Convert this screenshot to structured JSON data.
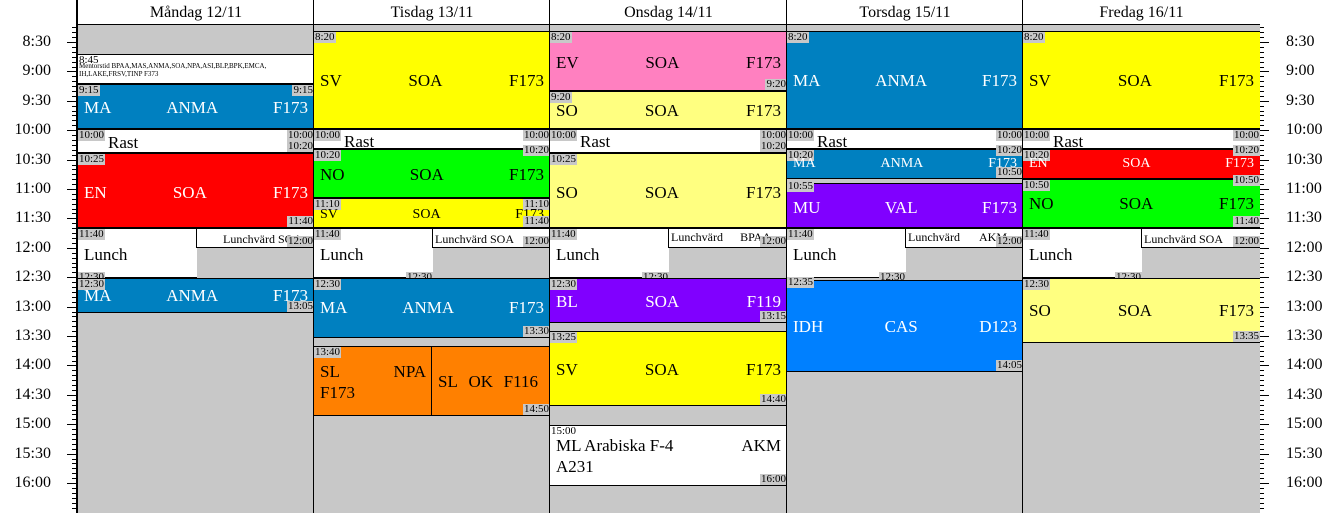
{
  "time_labels": [
    "8:30",
    "9:00",
    "9:30",
    "10:00",
    "10:30",
    "11:00",
    "11:30",
    "12:00",
    "12:30",
    "13:00",
    "13:30",
    "14:00",
    "14:30",
    "15:00",
    "15:30",
    "16:00"
  ],
  "days": [
    {
      "title": "Måndag 12/11"
    },
    {
      "title": "Tisdag 13/11"
    },
    {
      "title": "Onsdag 14/11"
    },
    {
      "title": "Torsdag 15/11"
    },
    {
      "title": "Fredag 16/11"
    }
  ],
  "mon": {
    "mentor": {
      "start": "8:45",
      "text": "Mentorstid BPAA,MAS,ANMA,SOA,NPA,ASI,BLP,BPK,EMCA, IH,LAKE,FRSV,TINP F373"
    },
    "l1": {
      "start": "9:15",
      "end": "9:15",
      "subject": "MA",
      "teacher": "ANMA",
      "room": "F173"
    },
    "rast": {
      "start": "10:00",
      "end": "10:00",
      "label": "Rast",
      "end2": "10:20"
    },
    "l2": {
      "start": "10:25",
      "end": "11:40",
      "subject": "EN",
      "teacher": "SOA",
      "room": "F173"
    },
    "lunch": {
      "start": "11:40",
      "end": "12:30",
      "label": "Lunch"
    },
    "lunchhost": {
      "label": "Lunchvärd SOA",
      "end": "12:00"
    },
    "l3": {
      "start": "12:30",
      "end": "13:05",
      "subject": "MA",
      "teacher": "ANMA",
      "room": "F173"
    }
  },
  "tue": {
    "l1": {
      "start": "8:20",
      "end": "10:00",
      "subject": "SV",
      "teacher": "SOA",
      "room": "F173"
    },
    "rast": {
      "start": "10:00",
      "label": "Rast"
    },
    "l2": {
      "start": "10:20",
      "end": "11:10",
      "subject": "NO",
      "teacher": "SOA",
      "room": "F173"
    },
    "l3": {
      "start": "11:10",
      "end": "11:40",
      "subject": "SV",
      "teacher": "SOA",
      "room": "F173"
    },
    "lunch": {
      "start": "11:40",
      "end": "12:30",
      "label": "Lunch"
    },
    "lunchhost": {
      "label": "Lunchvärd SOA",
      "end": "12:00"
    },
    "l4": {
      "start": "12:30",
      "end": "13:30",
      "subject": "MA",
      "teacher": "ANMA",
      "room": "F173"
    },
    "l5a": {
      "start": "13:40",
      "subject": "SL",
      "teacher": "NPA",
      "room": "F173"
    },
    "l5b": {
      "subject": "SL",
      "teacher": "OK",
      "room": "F116",
      "end": "14:50"
    }
  },
  "wed": {
    "l1": {
      "start": "8:20",
      "end": "9:20",
      "subject": "EV",
      "teacher": "SOA",
      "room": "F173"
    },
    "l2": {
      "start": "9:20",
      "end": "10:00",
      "subject": "SO",
      "teacher": "SOA",
      "room": "F173"
    },
    "rast": {
      "start": "10:00",
      "label": "Rast",
      "end": "10:20"
    },
    "l3": {
      "start": "10:25",
      "end": "11:40",
      "subject": "SO",
      "teacher": "SOA",
      "room": "F173"
    },
    "lunch": {
      "start": "11:40",
      "end": "12:30",
      "label": "Lunch"
    },
    "lunchhost": {
      "label": "Lunchvärd",
      "teacher": "BPAA",
      "end": "12:00"
    },
    "l4": {
      "start": "12:30",
      "end": "13:15",
      "subject": "BL",
      "teacher": "SOA",
      "room": "F119"
    },
    "l5": {
      "start": "13:25",
      "end": "14:40",
      "subject": "SV",
      "teacher": "SOA",
      "room": "F173"
    },
    "l6": {
      "start": "15:00",
      "end": "16:00",
      "subject": "ML Arabiska F-4",
      "teacher": "AKM",
      "room": "A231"
    }
  },
  "thu": {
    "l1": {
      "start": "8:20",
      "end": "10:00",
      "subject": "MA",
      "teacher": "ANMA",
      "room": "F173"
    },
    "rast": {
      "start": "10:00",
      "label": "Rast"
    },
    "l2": {
      "start": "10:20",
      "end": "10:50",
      "subject": "MA",
      "teacher": "ANMA",
      "room": "F173"
    },
    "l3": {
      "start": "10:55",
      "end": "11:40",
      "subject": "MU",
      "teacher": "VAL",
      "room": "F173"
    },
    "lunch": {
      "start": "11:40",
      "end": "12:30",
      "label": "Lunch"
    },
    "lunchhost": {
      "label": "Lunchvärd",
      "teacher": "AKM",
      "end": "12:00"
    },
    "l4": {
      "start": "12:35",
      "end": "14:05",
      "subject": "IDH",
      "teacher": "CAS",
      "room": "D123"
    }
  },
  "fri": {
    "l1": {
      "start": "8:20",
      "end": "10:00",
      "subject": "SV",
      "teacher": "SOA",
      "room": "F173"
    },
    "rast": {
      "start": "10:00",
      "label": "Rast"
    },
    "l2": {
      "start": "10:20",
      "end": "10:50",
      "subject": "EN",
      "teacher": "SOA",
      "room": "F173"
    },
    "l3": {
      "start": "10:50",
      "end": "11:40",
      "subject": "NO",
      "teacher": "SOA",
      "room": "F173"
    },
    "lunch": {
      "start": "11:40",
      "end": "12:30",
      "label": "Lunch"
    },
    "lunchhost": {
      "label": "Lunchvärd SOA",
      "end": "12:00"
    },
    "l4": {
      "start": "12:30",
      "end": "13:35",
      "subject": "SO",
      "teacher": "SOA",
      "room": "F173"
    }
  },
  "colors": {
    "blue": "#0080c0",
    "red": "#ff0000",
    "yellow": "#ffff00",
    "lightyellow": "#ffff80",
    "green": "#00ff00",
    "pink": "#ff80c0",
    "orange": "#ff8000",
    "purple": "#8000ff",
    "lightblue": "#0080ff",
    "gray": "#c8c8c8"
  }
}
